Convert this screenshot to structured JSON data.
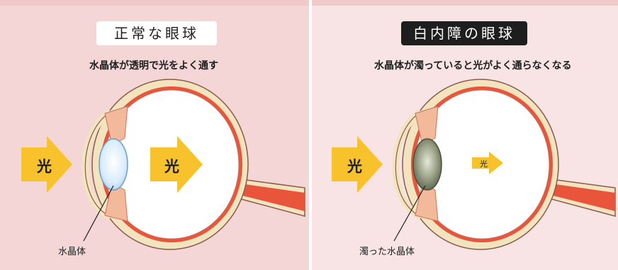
{
  "colors": {
    "left_background": "#f4d6d6",
    "right_background": "#f8e4e4",
    "light_arrow": "#f7c22b",
    "sclera": "#f3e4c0",
    "outline": "#8a5a4a",
    "retina": "#e8553b",
    "clear_lens": "#d9ecfb",
    "cloudy_lens": "#7f8a6e"
  },
  "normal_eye": {
    "title": "正常な眼球",
    "subtitle": "水晶体が透明で光をよく通す",
    "light_label_in": "光",
    "light_label_through": "光",
    "lens_label": "水晶体"
  },
  "cataract_eye": {
    "title": "白内障の眼球",
    "subtitle": "水晶体が濁っていると光がよく通らなくなる",
    "light_label_in": "光",
    "light_label_through": "光",
    "lens_label": "濁った水晶体"
  }
}
